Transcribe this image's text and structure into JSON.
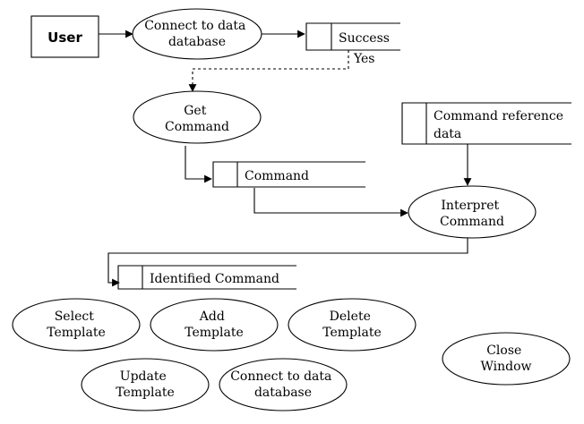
{
  "entity": {
    "user": "User"
  },
  "processes": {
    "connect_top": [
      "Connect to data",
      "database"
    ],
    "get_command": [
      "Get",
      "Command"
    ],
    "interpret_command": [
      "Interpret",
      "Command"
    ],
    "select_template": [
      "Select",
      "Template"
    ],
    "add_template": [
      "Add",
      "Template"
    ],
    "delete_template": [
      "Delete",
      "Template"
    ],
    "update_template": [
      "Update",
      "Template"
    ],
    "connect_bottom": [
      "Connect to data",
      "database"
    ],
    "close_window": [
      "Close",
      "Window"
    ]
  },
  "stores": {
    "success": [
      "Success"
    ],
    "command_reference": [
      "Command reference",
      "data"
    ],
    "command": [
      "Command"
    ],
    "identified_command": [
      "Identified Command"
    ]
  },
  "flow_labels": {
    "yes": "Yes"
  }
}
